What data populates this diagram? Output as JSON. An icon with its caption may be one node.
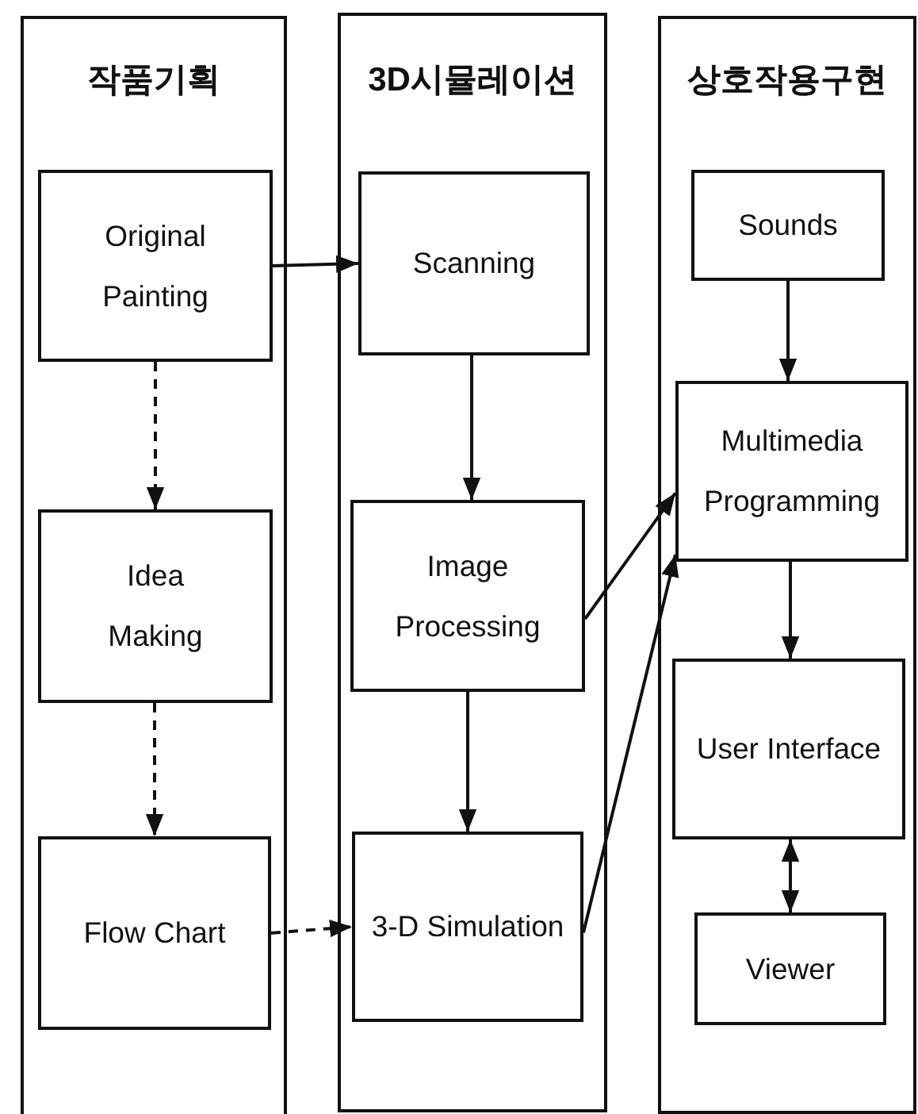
{
  "diagram": {
    "nodes": [
      {
        "text": [
          "작품기획"
        ]
      },
      {
        "text": [
          "Original Painting"
        ],
        "in": 0
      },
      {
        "text": [
          "Idea Making"
        ],
        "in": 0
      },
      {
        "text": [
          "Flow Chart"
        ],
        "in": 0
      },
      {
        "text": [
          "3D시뮬레이션"
        ]
      },
      {
        "text": [
          "Scanning"
        ],
        "in": 4
      },
      {
        "text": [
          "Image Processing"
        ],
        "in": 4
      },
      {
        "text": [
          "3-D Simulation"
        ],
        "in": 4
      },
      {
        "text": [
          "상호작용구현"
        ]
      },
      {
        "text": [
          "Sounds"
        ],
        "in": 8
      },
      {
        "text": [
          "Multimedia Programming"
        ],
        "in": 8
      },
      {
        "text": [
          "User Interface"
        ],
        "in": 8
      },
      {
        "text": [
          "Viewer"
        ],
        "in": 8
      }
    ],
    "edges": [
      {
        "from": 1,
        "to": 5,
        "arrow": "to"
      },
      {
        "from": 1,
        "to": 2,
        "arrow": "to",
        "style": "dashed"
      },
      {
        "from": 2,
        "to": 3,
        "arrow": "to",
        "style": "dashed"
      },
      {
        "from": 3,
        "to": 7,
        "arrow": "to",
        "style": "dashed"
      },
      {
        "from": 5,
        "to": 6,
        "arrow": "to"
      },
      {
        "from": 6,
        "to": 7,
        "arrow": "to"
      },
      {
        "from": 6,
        "to": 10,
        "arrow": "to"
      },
      {
        "from": 7,
        "to": 10,
        "arrow": "to"
      },
      {
        "from": 9,
        "to": 10,
        "arrow": "to"
      },
      {
        "from": 10,
        "to": 11,
        "arrow": "to"
      },
      {
        "from": 11,
        "to": 12,
        "arrow": "both"
      }
    ]
  }
}
